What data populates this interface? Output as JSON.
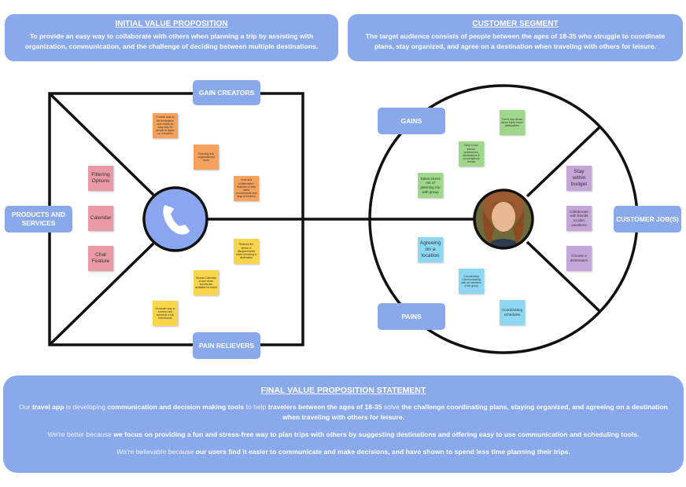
{
  "initial_value": {
    "title": "INITIAL VALUE PROPOSITION",
    "body": "To provide an easy way to collaborate with others when planning a trip by assisting with organization, communication, and the challenge of deciding between multiple destinations."
  },
  "customer_segment": {
    "title": "CUSTOMER SEGMENT",
    "body": "The target audience consists of people between the ages of 18-35 who struggle to coordinate plans, stay organized, and agree on a destination when traveling with others for leisure."
  },
  "labels": {
    "gain_creators": "GAIN CREATORS",
    "pain_relievers": "PAIN RELIEVERS",
    "products_services": "PRODUCTS AND SERVICES",
    "gains": "GAINS",
    "pains": "PAINS",
    "customer_jobs": "CUSTOMER JOB(S)"
  },
  "gain_creator_notes": [
    "Provide easy to file destination and create an easy way for people to agree on a location",
    "Planning and organizational tools",
    "Chat and collaboration features to help users communicate and align schedules"
  ],
  "pain_reliever_notes": [
    "Relieves the stress of disagreements when choosing a destination",
    "Shared Calendar to see when friends are available for travel",
    "An easier way to connect and schedule a trip with friends"
  ],
  "product_notes": [
    "Filtering Options",
    "Calendar",
    "Chat Feature"
  ],
  "gain_notes": [
    "Fun to day dream about future travel destinations",
    "Easy to see friends' preferences, destinations & conversations friends",
    "Takes stress out of planning trip with group"
  ],
  "pain_notes": [
    "Agreeing on a location",
    "Coordinating Communicating with all members of the group",
    "Coordinating schedules"
  ],
  "job_notes": [
    "Stay within budget",
    "Collaborate with friends to plan vacations",
    "Choose a destination"
  ],
  "final": {
    "title": "FINAL VALUE PROPOSITION STATEMENT",
    "l1a": "Our ",
    "l1b": "travel app",
    "l1c": " is developing ",
    "l1d": "communication and decision making tools",
    "l1e": " to help ",
    "l1f": "travelers between the ages of 18-35",
    "l1g": " solve ",
    "l1h": "the challenge coordinating plans, staying organized, and agreeing on a destination when traveling with others for leisure.",
    "l2a": "We're better because ",
    "l2b": "we focus on providing a fun and stress-free way to plan trips with others by suggesting destinations and offering easy to use communication and scheduling tools.",
    "l3a": "We're believable because ",
    "l3b": "our users find it easier to communicate and make decisions, and have shown to spend less time planning their trips."
  },
  "icons": {
    "phone": "phone-icon",
    "avatar": "customer-avatar"
  },
  "colors": {
    "accent": "#89a9ea",
    "phone_circle": "#8aa6f0",
    "line": "#111111",
    "orange_note": "#f6a25c",
    "yellow_note": "#f8d54a",
    "pink_note": "#ea9aa4",
    "green_note": "#9fd88a",
    "cyan_note": "#8ed7f2",
    "purple_note": "#c5a6da"
  }
}
